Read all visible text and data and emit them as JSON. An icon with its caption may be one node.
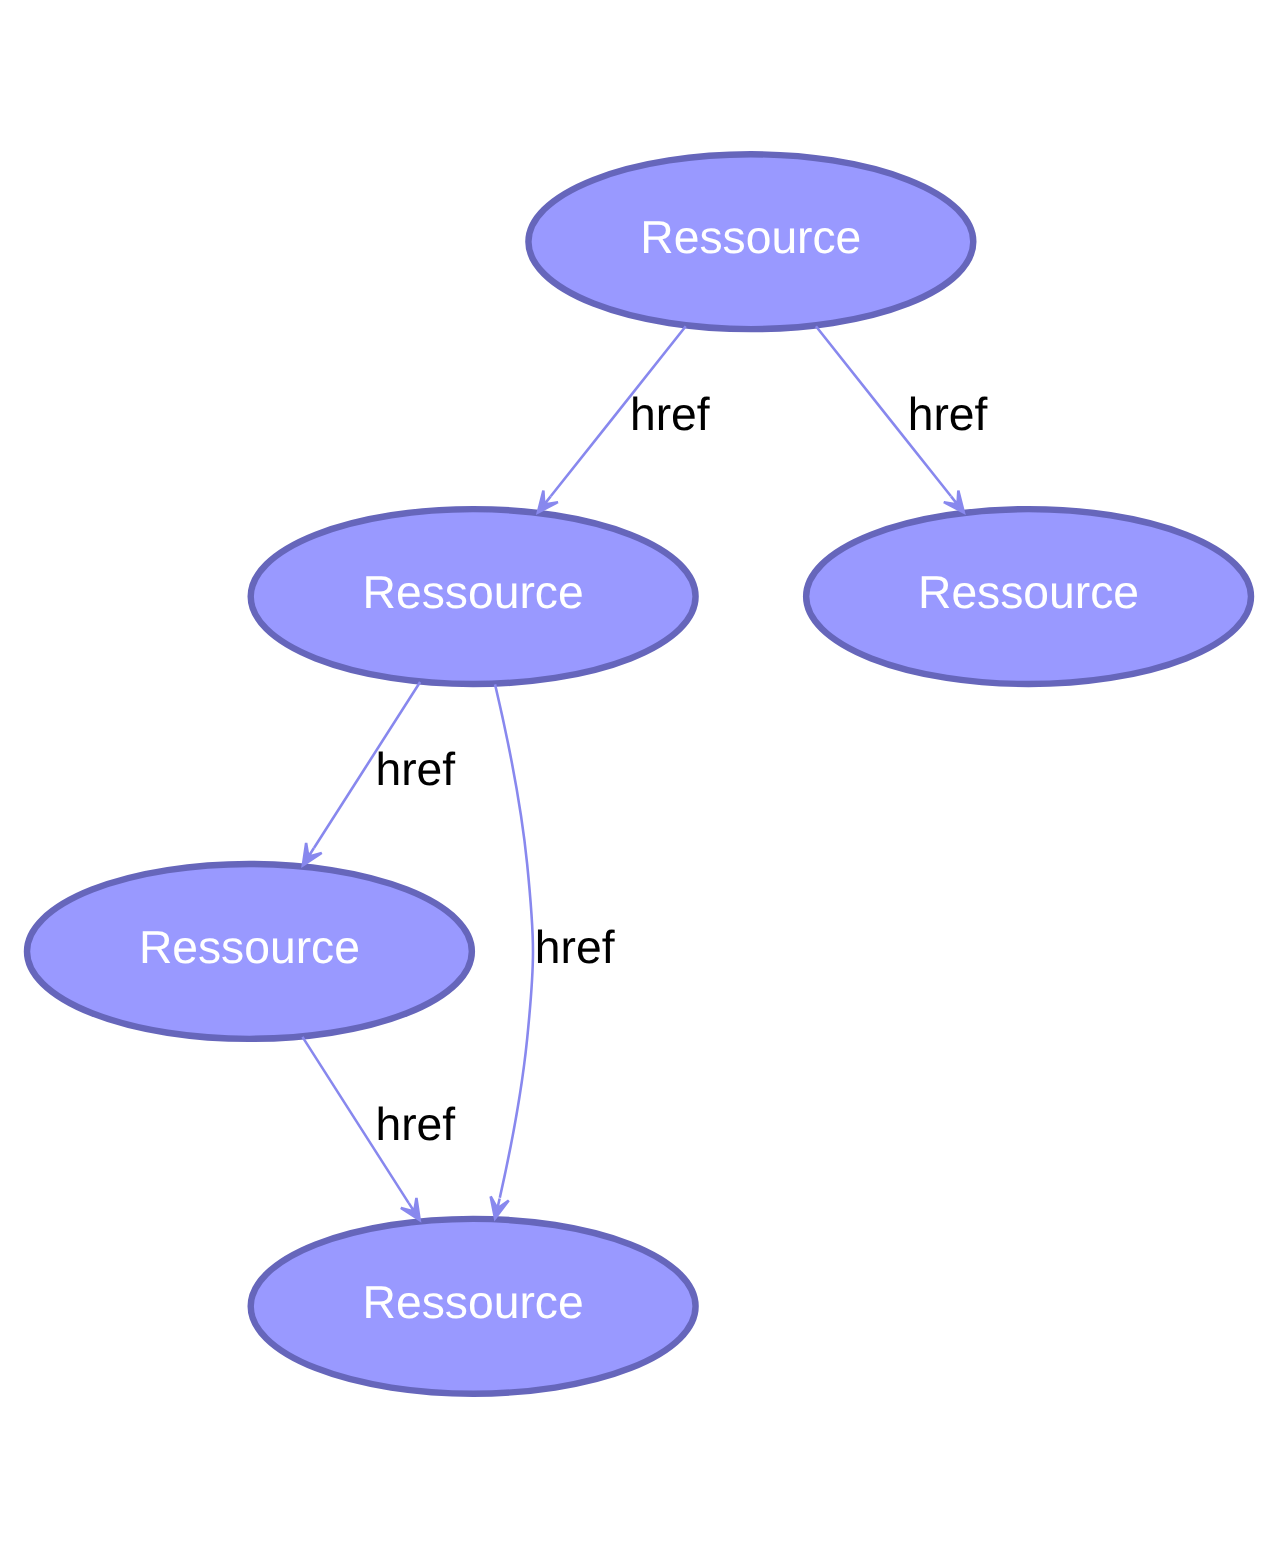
{
  "diagram": {
    "nodes": [
      {
        "text": [
          "Ressource"
        ]
      },
      {
        "text": [
          "Ressource"
        ]
      },
      {
        "text": [
          "Ressource"
        ]
      },
      {
        "text": [
          "Ressource"
        ]
      },
      {
        "text": [
          "Ressource"
        ]
      }
    ],
    "edges": [
      {
        "from": 0,
        "to": 1,
        "arrow": "to",
        "label": "href"
      },
      {
        "from": 0,
        "to": 2,
        "arrow": "to",
        "label": "href"
      },
      {
        "from": 1,
        "to": 3,
        "arrow": "to",
        "label": "href"
      },
      {
        "from": 1,
        "to": 4,
        "arrow": "to",
        "label": "href"
      },
      {
        "from": 3,
        "to": 4,
        "arrow": "to",
        "label": "href"
      }
    ]
  }
}
